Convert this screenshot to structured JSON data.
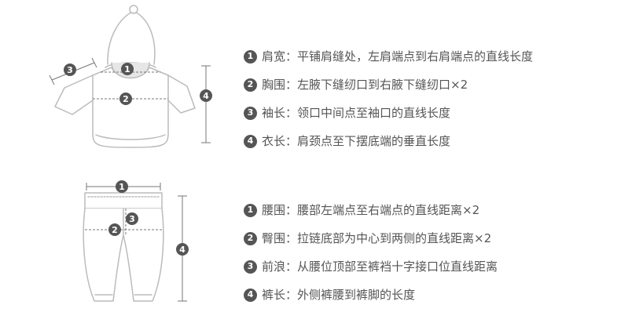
{
  "colors": {
    "text": "#555555",
    "badge_bg": "#555555",
    "badge_text": "#ffffff",
    "line": "#777777",
    "outline": "#bbbbbb",
    "shade": "#e3e3e3"
  },
  "top": {
    "items": [
      {
        "num": "1",
        "label": "肩宽",
        "sep": "：",
        "desc": "平铺肩缝处，左肩端点到右肩端点的直线长度"
      },
      {
        "num": "2",
        "label": "胸围",
        "sep": "：",
        "desc": "左腋下缝纫口到右腋下缝纫口×2"
      },
      {
        "num": "3",
        "label": "袖长",
        "sep": "：",
        "desc": "领口中间点至袖口的直线长度"
      },
      {
        "num": "4",
        "label": "衣长",
        "sep": "：",
        "desc": "肩颈点至下摆底端的垂直长度"
      }
    ]
  },
  "bottom": {
    "items": [
      {
        "num": "1",
        "label": "腰围",
        "sep": "：",
        "desc": "腰部左端点至右端点的直线距离×2"
      },
      {
        "num": "2",
        "label": "臀围",
        "sep": "：",
        "desc": "拉链底部为中心到两侧的直线距离×2"
      },
      {
        "num": "3",
        "label": "前浪",
        "sep": "：",
        "desc": "从腰位顶部至裤裆十字接口位直线距离"
      },
      {
        "num": "4",
        "label": "裤长",
        "sep": "：",
        "desc": "外侧裤腰到裤脚的长度"
      }
    ]
  },
  "figure_badges": {
    "shirt": [
      "1",
      "2",
      "3",
      "4"
    ],
    "pants": [
      "1",
      "2",
      "3",
      "4"
    ]
  }
}
